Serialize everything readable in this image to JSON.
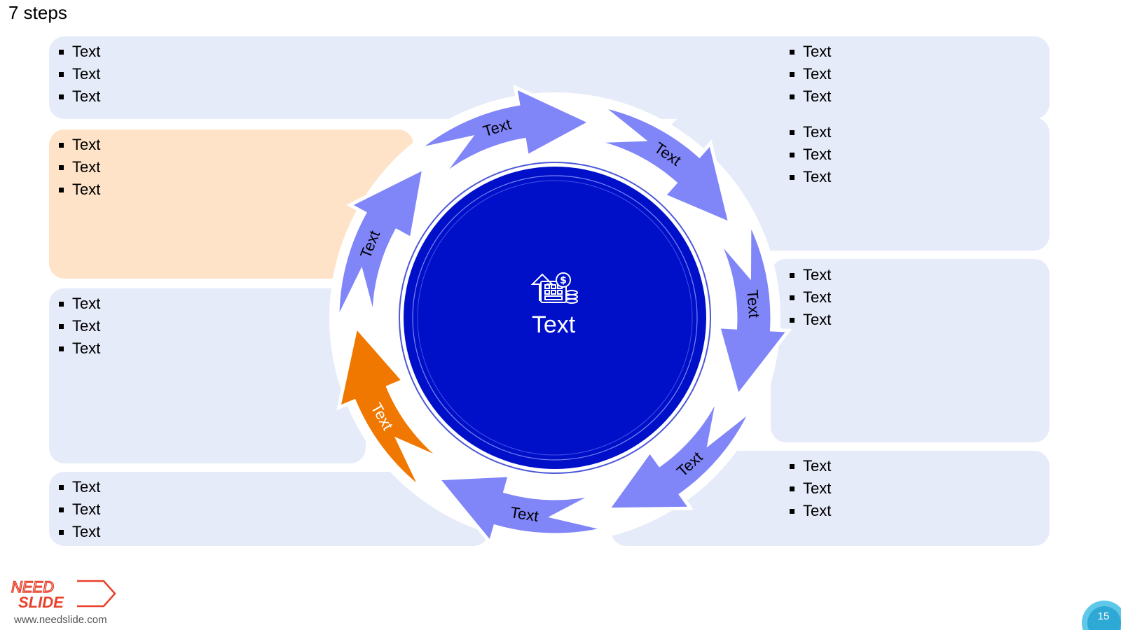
{
  "title": "7 steps",
  "center": {
    "label": "Text",
    "icon": "finance-calculator-icon"
  },
  "steps": [
    {
      "label": "Text",
      "color": "#f07800",
      "highlighted": true
    },
    {
      "label": "Text",
      "color": "#8085f8"
    },
    {
      "label": "Text",
      "color": "#8085f8"
    },
    {
      "label": "Text",
      "color": "#8085f8"
    },
    {
      "label": "Text",
      "color": "#8085f8"
    },
    {
      "label": "Text",
      "color": "#8085f8"
    },
    {
      "label": "Text",
      "color": "#8085f8"
    }
  ],
  "boxes": {
    "top_left": {
      "bullets": [
        "Text",
        "Text",
        "Text"
      ]
    },
    "top_right": {
      "bullets": [
        "Text",
        "Text",
        "Text"
      ]
    },
    "left_1": {
      "bullets": [
        "Text",
        "Text",
        "Text"
      ]
    },
    "left_2": {
      "bullets": [
        "Text",
        "Text",
        "Text"
      ]
    },
    "bottom_left": {
      "bullets": [
        "Text",
        "Text",
        "Text"
      ]
    },
    "right_1": {
      "bullets": [
        "Text",
        "Text",
        "Text"
      ]
    },
    "right_2": {
      "bullets": [
        "Text",
        "Text",
        "Text"
      ]
    },
    "bottom_right": {
      "bullets": [
        "Text",
        "Text",
        "Text"
      ]
    }
  },
  "colors": {
    "panel_blue": "#e6ebfa",
    "panel_orange": "#fee3c8",
    "center_circle": "#0010c8",
    "arrow_blue": "#8085f8",
    "arrow_orange": "#f07800"
  },
  "footer": {
    "logo_line1": "NEED",
    "logo_line2": "SLIDE",
    "url": "www.needslide.com",
    "page_number": "15"
  }
}
